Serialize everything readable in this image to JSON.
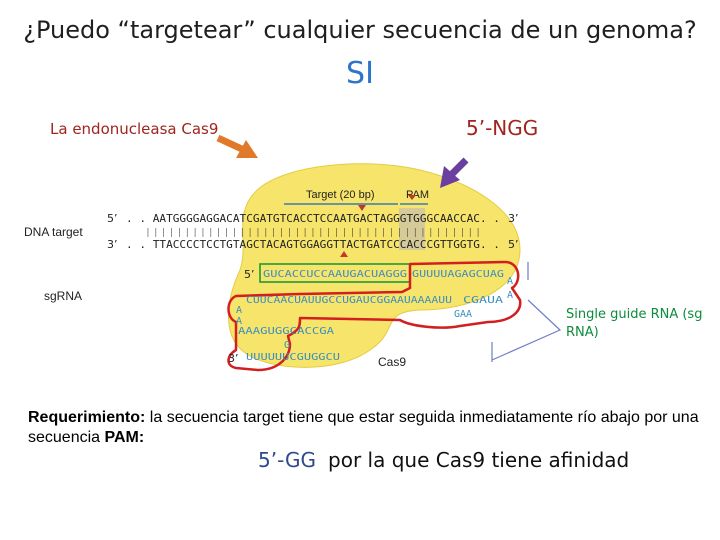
{
  "title": "¿Puedo “targetear” cualquier secuencia de un genoma?",
  "answer": "SI",
  "cas9_callout": "La endonucleasa Cas9",
  "pam_callout": "5’-NGG",
  "diagram": {
    "target_label": "Target (20 bp)",
    "pam_label": "PAM",
    "dna_target_label": "DNA target",
    "dna_top_prefix": "5’",
    "dna_top_seq": ". . AATGGGGAGGACATCGATGTCACCTCCAATGACTAGGGTGGGCAACCAC. .",
    "dna_top_suffix": "3’",
    "dna_ticks": "| | | | | | | | | | | | | | | | | | | | | | | | | | | | | | | | | | | | | | | | | | |",
    "dna_bottom_prefix": "3’",
    "dna_bottom_seq": ". . TTACCCCTCCTGTAGCTACAGTGGAGGTTACTGATCCCACCCGTTGGTG. .",
    "dna_bottom_suffix": "5’",
    "sgrna_label": "sgRNA",
    "sg_5prime": "5’",
    "sg_guide_seq": "GUCACCUCCAAUGACUAGGG",
    "sg_after_guide": "GUUUUAGAGCUAG",
    "sg_loop_a1": "A",
    "sg_loop_a2": "A",
    "sg_line2": "CUUCAACUAUUGCCUGAUCGGAAUAAAAUU",
    "sg_line2_tail": "CGAUA",
    "sg_gaa": "GAA",
    "sg_a_left1": "A",
    "sg_a_left2": "A",
    "sg_line3": "AAAGUGGCACCGA",
    "sg_g": "G",
    "sg_3prime": "3’",
    "sg_line4": "UUUUUUCGUGGCU",
    "cas9_label": "Cas9"
  },
  "sgrna_note": "Single guide RNA (sg RNA)",
  "requirement": {
    "bold_label": "Requerimiento:",
    "text": " la secuencia target tiene que estar seguida inmediatamente río abajo por una secuencia ",
    "pam_bold": "PAM:"
  },
  "affinity": {
    "motif": "5’-GG",
    "text": "por la que Cas9 tiene afinidad"
  },
  "colors": {
    "title_blue": "#2e74c9",
    "callout_red": "#a0241f",
    "arrow_orange": "#e07a2a",
    "arrow_purple": "#6a3fa0",
    "cas9_yellow": "#f7e46a",
    "rna_outline_red": "#d21f1f",
    "guide_box_green": "#1f9a3a",
    "note_green": "#0c8c3c",
    "gg_blue": "#2e4a8c"
  }
}
